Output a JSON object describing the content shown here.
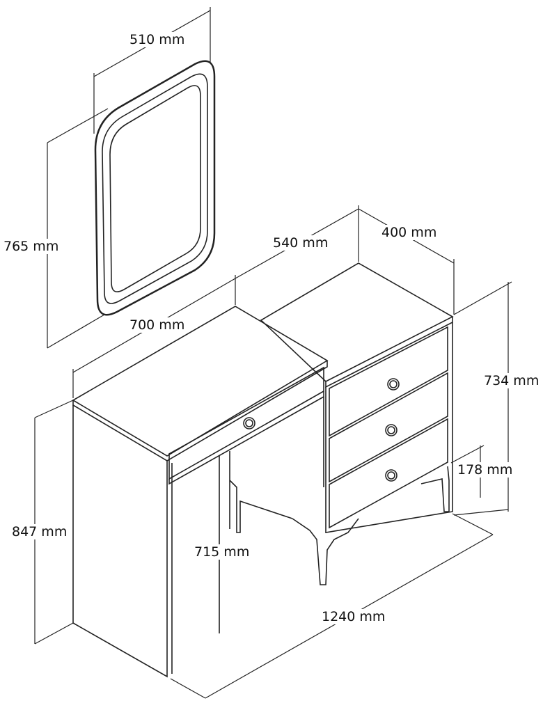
{
  "dimensions": {
    "mirror_width": "510 mm",
    "mirror_height": "765 mm",
    "chest_width": "540 mm",
    "chest_depth": "400 mm",
    "desk_width": "700 mm",
    "chest_height": "734 mm",
    "leg_height": "178 mm",
    "desk_height": "847 mm",
    "knee_clearance": "715 mm",
    "total_width": "1240 mm"
  },
  "colors": {
    "line": "#222222",
    "background": "#ffffff"
  }
}
